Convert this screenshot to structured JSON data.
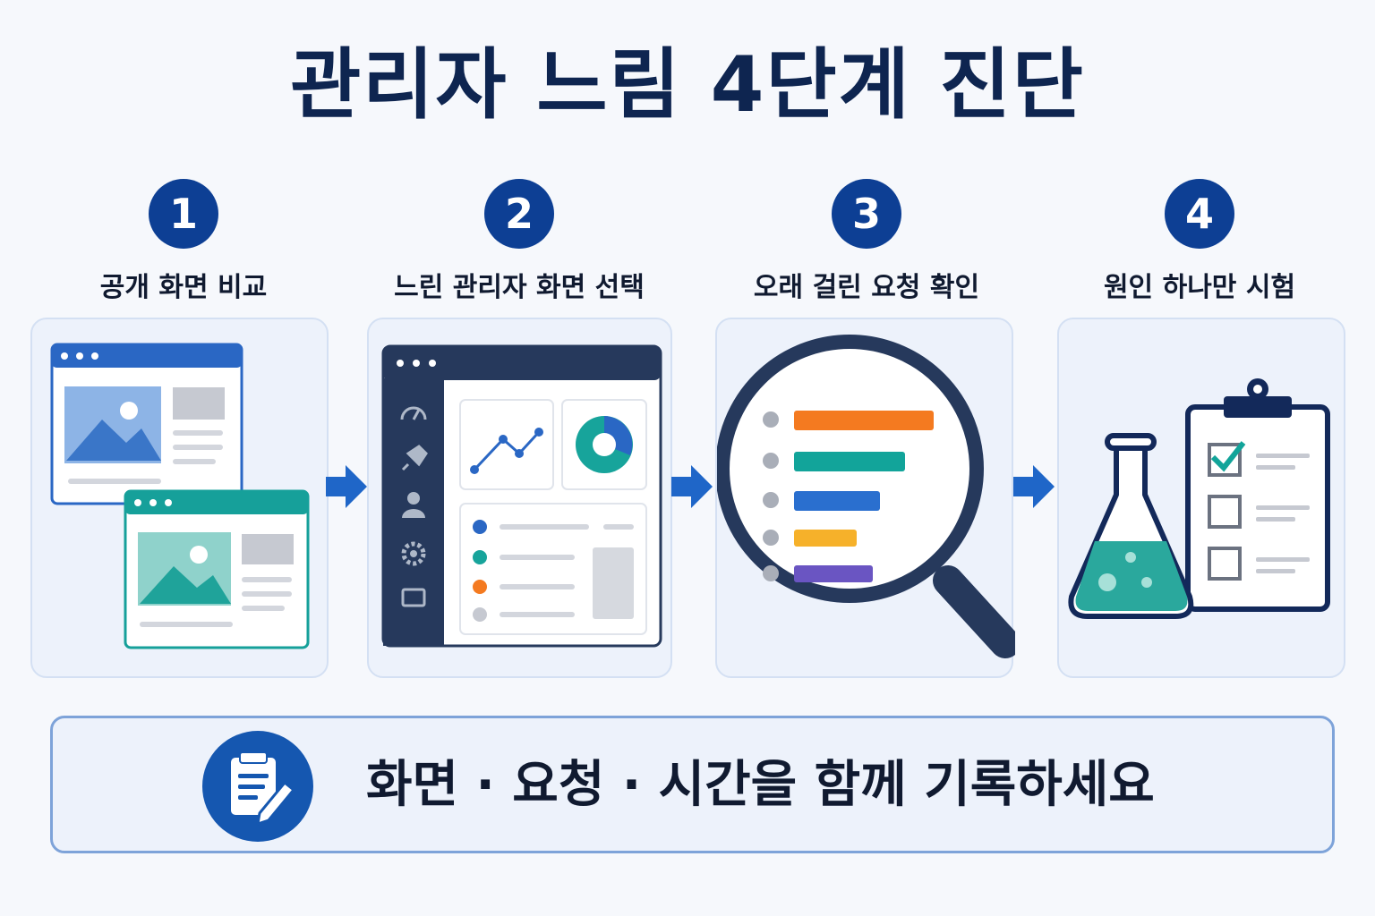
{
  "title": "관리자 느림 4단계 진단",
  "steps": [
    {
      "number": "1",
      "label": "공개 화면 비교",
      "icon": "browser-windows-compare-icon"
    },
    {
      "number": "2",
      "label": "느린 관리자 화면 선택",
      "icon": "admin-dashboard-icon"
    },
    {
      "number": "3",
      "label": "오래 걸린 요청 확인",
      "icon": "magnifier-request-bars-icon"
    },
    {
      "number": "4",
      "label": "원인 하나만 시험",
      "icon": "flask-checklist-icon"
    }
  ],
  "footer": {
    "text": "화면 · 요청 · 시간을 함께 기록하세요",
    "icon": "notepad-pencil-icon"
  },
  "colors": {
    "title": "#0e2550",
    "badge": "#0d3f94",
    "arrow": "#1f66c8",
    "card_bg": "#edf2fb",
    "card_border": "#d4e0f3",
    "orange": "#f47a20",
    "teal": "#12a49a",
    "blue": "#2a6fcf",
    "yellow": "#f6b12a",
    "purple": "#6a55c2"
  }
}
